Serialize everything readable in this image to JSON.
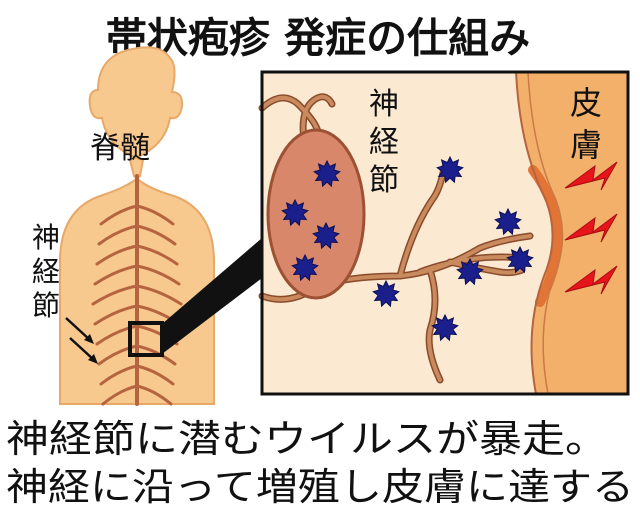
{
  "title": "帯状疱疹 発症の仕組み",
  "labels": {
    "spinal_cord": "脊髄",
    "ganglion_left": "神経節",
    "ganglion_right": "神経節",
    "skin": "皮膚"
  },
  "caption": {
    "line1": "神経節に潜むウイルスが暴走。",
    "line2": "神経に沿って増殖し皮膚に達する"
  },
  "colors": {
    "body_fill": "#f7c98f",
    "nerve": "#b5643f",
    "panel_bg": "#fbe9d2",
    "ganglion": "#d9876a",
    "virus": "#1b1f8c",
    "skin_band": "#f3b06b",
    "skin_edge": "#d96a32",
    "pain": "#e8141b",
    "text": "#111111"
  },
  "icons": {
    "virus": "virus-icon",
    "pain": "lightning-bolt-icon"
  }
}
